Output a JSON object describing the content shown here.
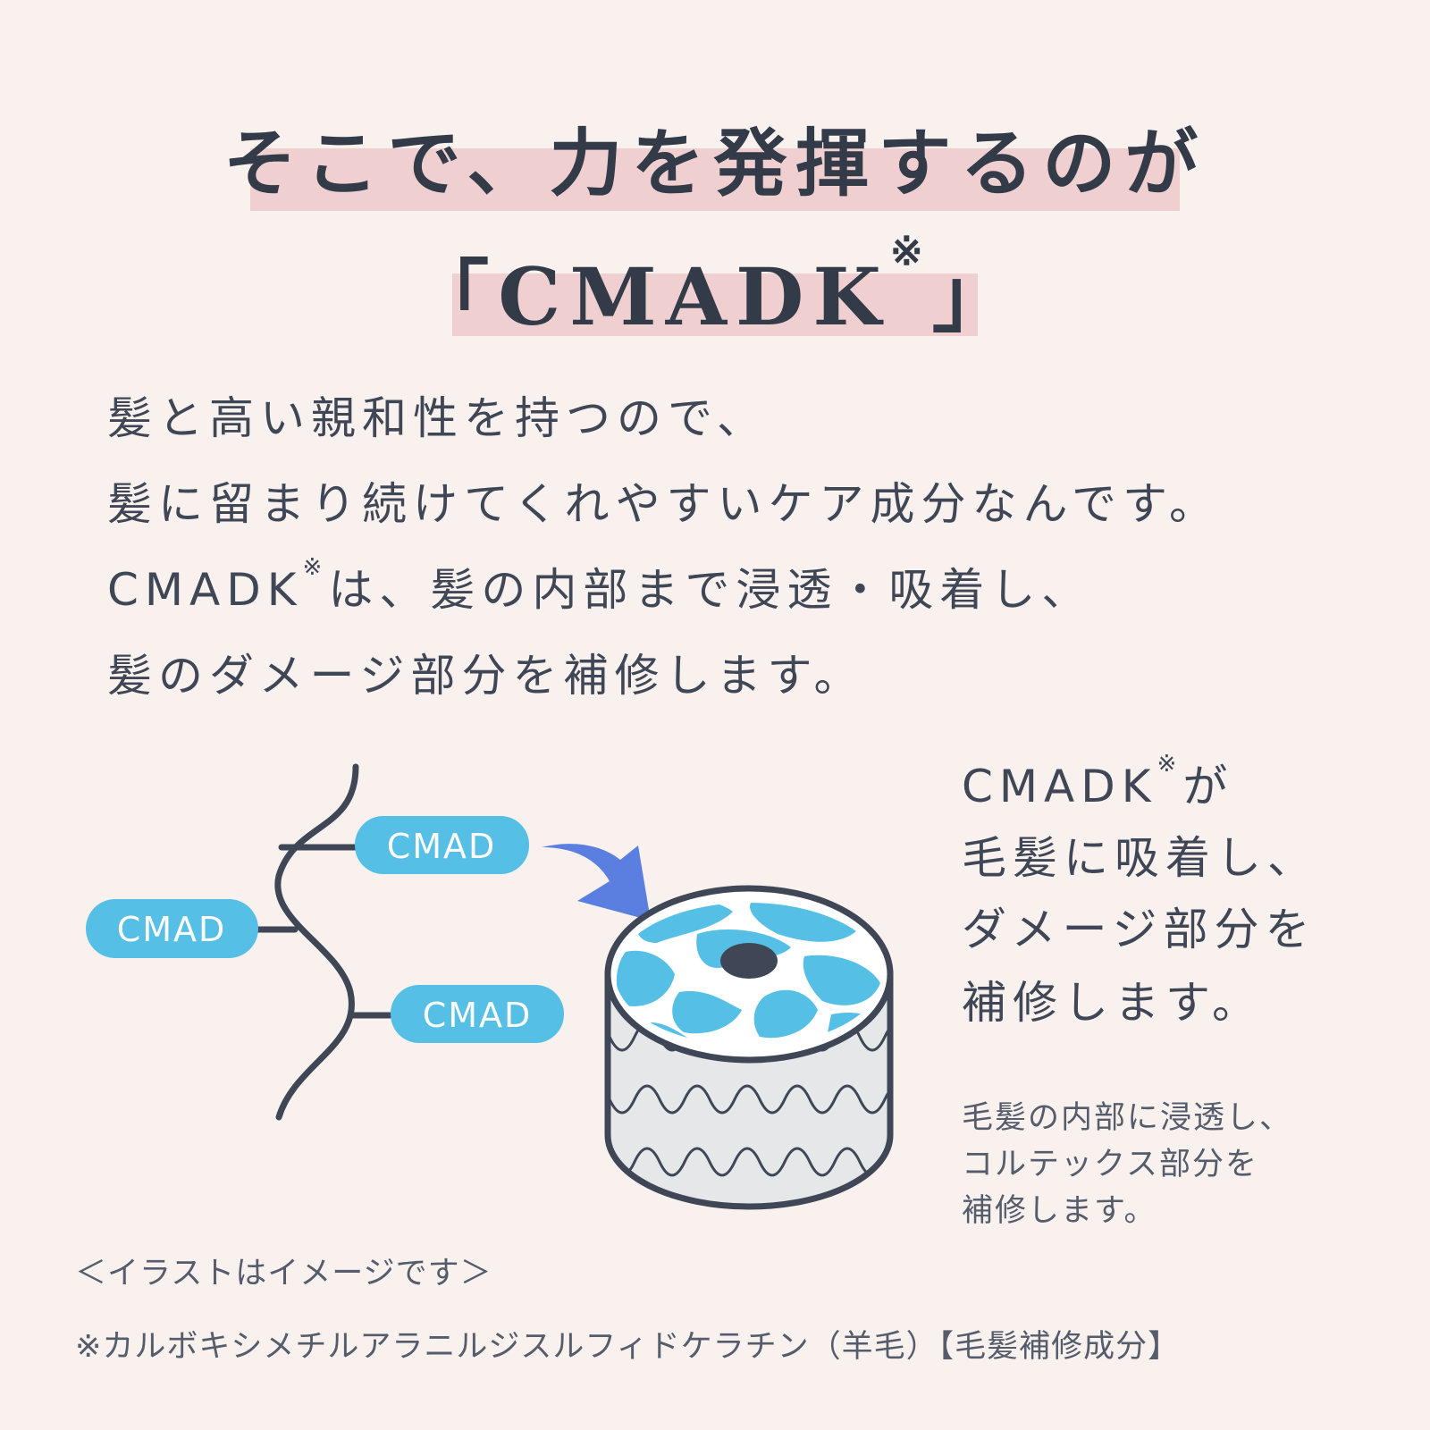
{
  "headline": {
    "line1": "そこで、力を発揮するのが",
    "line2_open": "「",
    "line2_name": "CMADK",
    "line2_mark": "※",
    "line2_close": "」"
  },
  "body": {
    "line1": "髪と高い親和性を持つので、",
    "line2": "髪に留まり続けてくれやすいケア成分なんです。",
    "line3_name": "CMADK",
    "line3_mark": "※",
    "line3_rest": "は、髪の内部まで浸透・吸着し、",
    "line4": "髪のダメージ部分を補修します。"
  },
  "illustration": {
    "pill_left": "CMAD",
    "pill_top": "CMAD",
    "pill_bottom": "CMAD",
    "colors": {
      "pill": "#55bfe6",
      "arrow": "#5b7fe0",
      "line": "#3f4656",
      "cortex": "#55bfe6",
      "cuticle": "#e5e7e9"
    }
  },
  "side": {
    "line1_name": "CMADK",
    "line1_mark": "※",
    "line1_rest": "が",
    "line2": "毛髪に吸着し、",
    "line3": "ダメージ部分を",
    "line4": "補修します。",
    "small1": "毛髪の内部に浸透し、",
    "small2": "コルテックス部分を",
    "small3": "補修します。"
  },
  "footer": {
    "note": "＜イラストはイメージです＞",
    "footnote": "※カルボキシメチルアラニルジスルフィドケラチン（羊毛）【毛髪補修成分】"
  }
}
